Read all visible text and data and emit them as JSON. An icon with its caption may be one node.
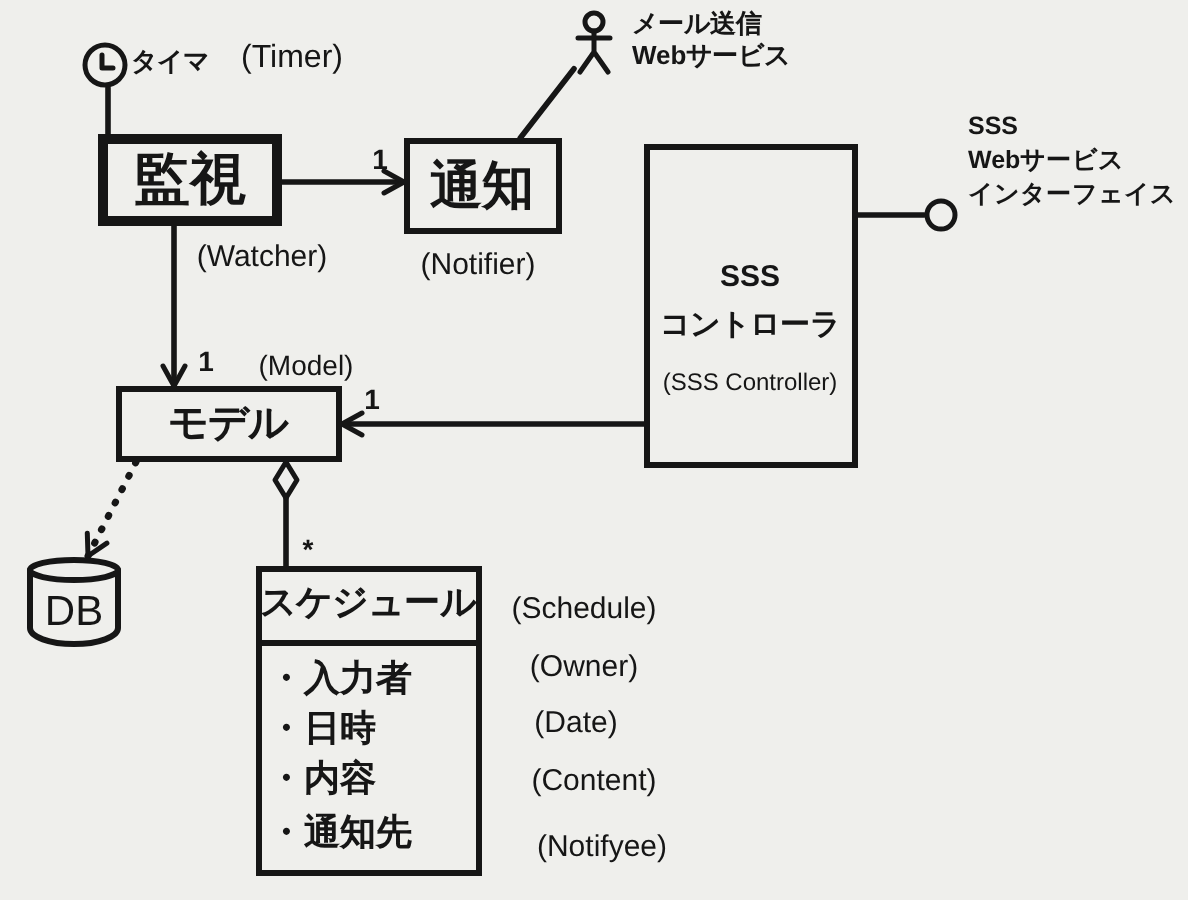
{
  "diagram": {
    "nodes": [
      {
        "text": [],
        "shape": "circle",
        "beside": [
          "タイマ",
          "(Timer)"
        ]
      },
      {
        "text": [
          "監視"
        ],
        "beside": [
          "(Watcher)"
        ]
      },
      {
        "text": [
          "通知"
        ],
        "beside": [
          "(Notifier)"
        ]
      },
      {
        "text": [],
        "shape": "person",
        "beside": [
          "メール送信 Webサービス"
        ]
      },
      {
        "text": [
          "SSS コントローラ",
          "(SSS Controller)"
        ]
      },
      {
        "text": [],
        "shape": "circle",
        "beside": [
          "SSS Webサービスインターフェイス"
        ]
      },
      {
        "text": [
          "モデル"
        ],
        "beside": [
          "(Model)"
        ]
      },
      {
        "text": [
          "DB"
        ]
      },
      {
        "text": [
          "スケジュール",
          "・入力者",
          "・日時",
          "・内容",
          "・通知先"
        ],
        "beside": [
          "(Schedule)",
          "(Owner)",
          "(Date)",
          "(Content)",
          "(Notifyee)"
        ]
      }
    ],
    "edges": [
      {
        "from": 0,
        "to": 1,
        "arrow": "none"
      },
      {
        "from": 1,
        "to": 2,
        "arrow": "to",
        "label": "1"
      },
      {
        "from": 2,
        "to": 3,
        "arrow": "none"
      },
      {
        "from": 1,
        "to": 6,
        "arrow": "to",
        "label": "1"
      },
      {
        "from": 4,
        "to": 6,
        "arrow": "to",
        "label": "1"
      },
      {
        "from": 4,
        "to": 5,
        "arrow": "none"
      },
      {
        "from": 6,
        "to": 7,
        "arrow": "to",
        "style": "dashed"
      },
      {
        "from": 6,
        "to": 8,
        "arrow": "other",
        "label": "*"
      }
    ]
  }
}
